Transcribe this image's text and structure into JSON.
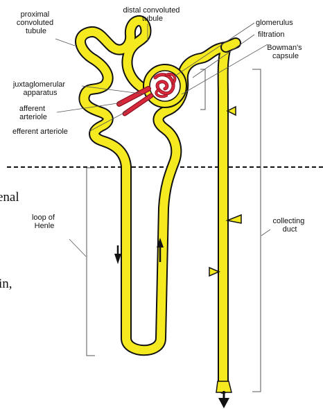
{
  "colors": {
    "tubule": "#f5ea1f",
    "outline": "#111111",
    "vessel": "#d8283c",
    "vessel_dark": "#8c1020",
    "capsule_fill": "#ffffff",
    "label_text": "#111111",
    "leader_line": "#555555"
  },
  "labels": {
    "distal_convoluted_tubule": [
      "distal convoluted",
      "tubule"
    ],
    "proximal_convoluted_tubule": [
      "proximal",
      "convoluted",
      "tubule"
    ],
    "glomerulus": "glomerulus",
    "filtration": "filtration",
    "bowmans_capsule": [
      "Bowman's",
      "capsule"
    ],
    "juxtaglomerular_apparatus": [
      "juxtaglomerular",
      "apparatus"
    ],
    "afferent_arteriole": [
      "afferent",
      "arteriole"
    ],
    "efferent_arteriole": "efferent arteriole",
    "loop_of_henle": [
      "loop of",
      "Henle"
    ],
    "collecting_duct": [
      "collecting",
      "duct"
    ]
  },
  "background_text": [
    "enal",
    "in,"
  ],
  "divider": "cortex-medulla boundary (dashed)",
  "flow_arrows": [
    "down-arrow",
    "up-arrow",
    "outflow-arrow"
  ]
}
